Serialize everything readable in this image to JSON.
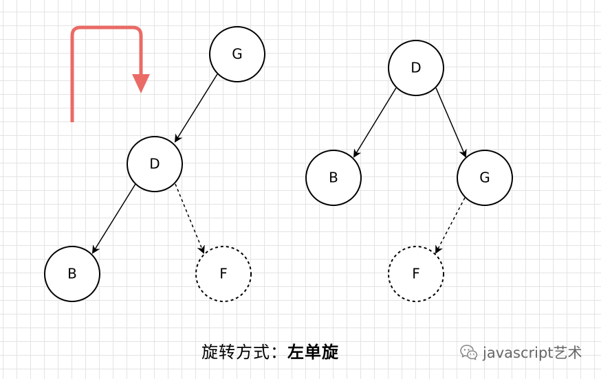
{
  "diagram": {
    "left_tree": {
      "nodes": [
        {
          "id": "G",
          "label": "G",
          "dashed": false
        },
        {
          "id": "D",
          "label": "D",
          "dashed": false
        },
        {
          "id": "B",
          "label": "B",
          "dashed": false
        },
        {
          "id": "F",
          "label": "F",
          "dashed": true
        }
      ],
      "edges": [
        {
          "from": "G",
          "to": "D",
          "dashed": false
        },
        {
          "from": "D",
          "to": "B",
          "dashed": false
        },
        {
          "from": "D",
          "to": "F",
          "dashed": true
        }
      ]
    },
    "right_tree": {
      "nodes": [
        {
          "id": "D",
          "label": "D",
          "dashed": false
        },
        {
          "id": "B",
          "label": "B",
          "dashed": false
        },
        {
          "id": "G",
          "label": "G",
          "dashed": false
        },
        {
          "id": "F",
          "label": "F",
          "dashed": true
        }
      ],
      "edges": [
        {
          "from": "D",
          "to": "B",
          "dashed": false
        },
        {
          "from": "D",
          "to": "G",
          "dashed": false
        },
        {
          "from": "G",
          "to": "F",
          "dashed": true
        }
      ]
    },
    "rotation_arrow_color": "#ea6b66"
  },
  "caption": {
    "prefix": "旋转方式：",
    "method": "左单旋"
  },
  "watermark": {
    "text": "javascript艺术",
    "icon": "wechat-official-account-icon"
  }
}
